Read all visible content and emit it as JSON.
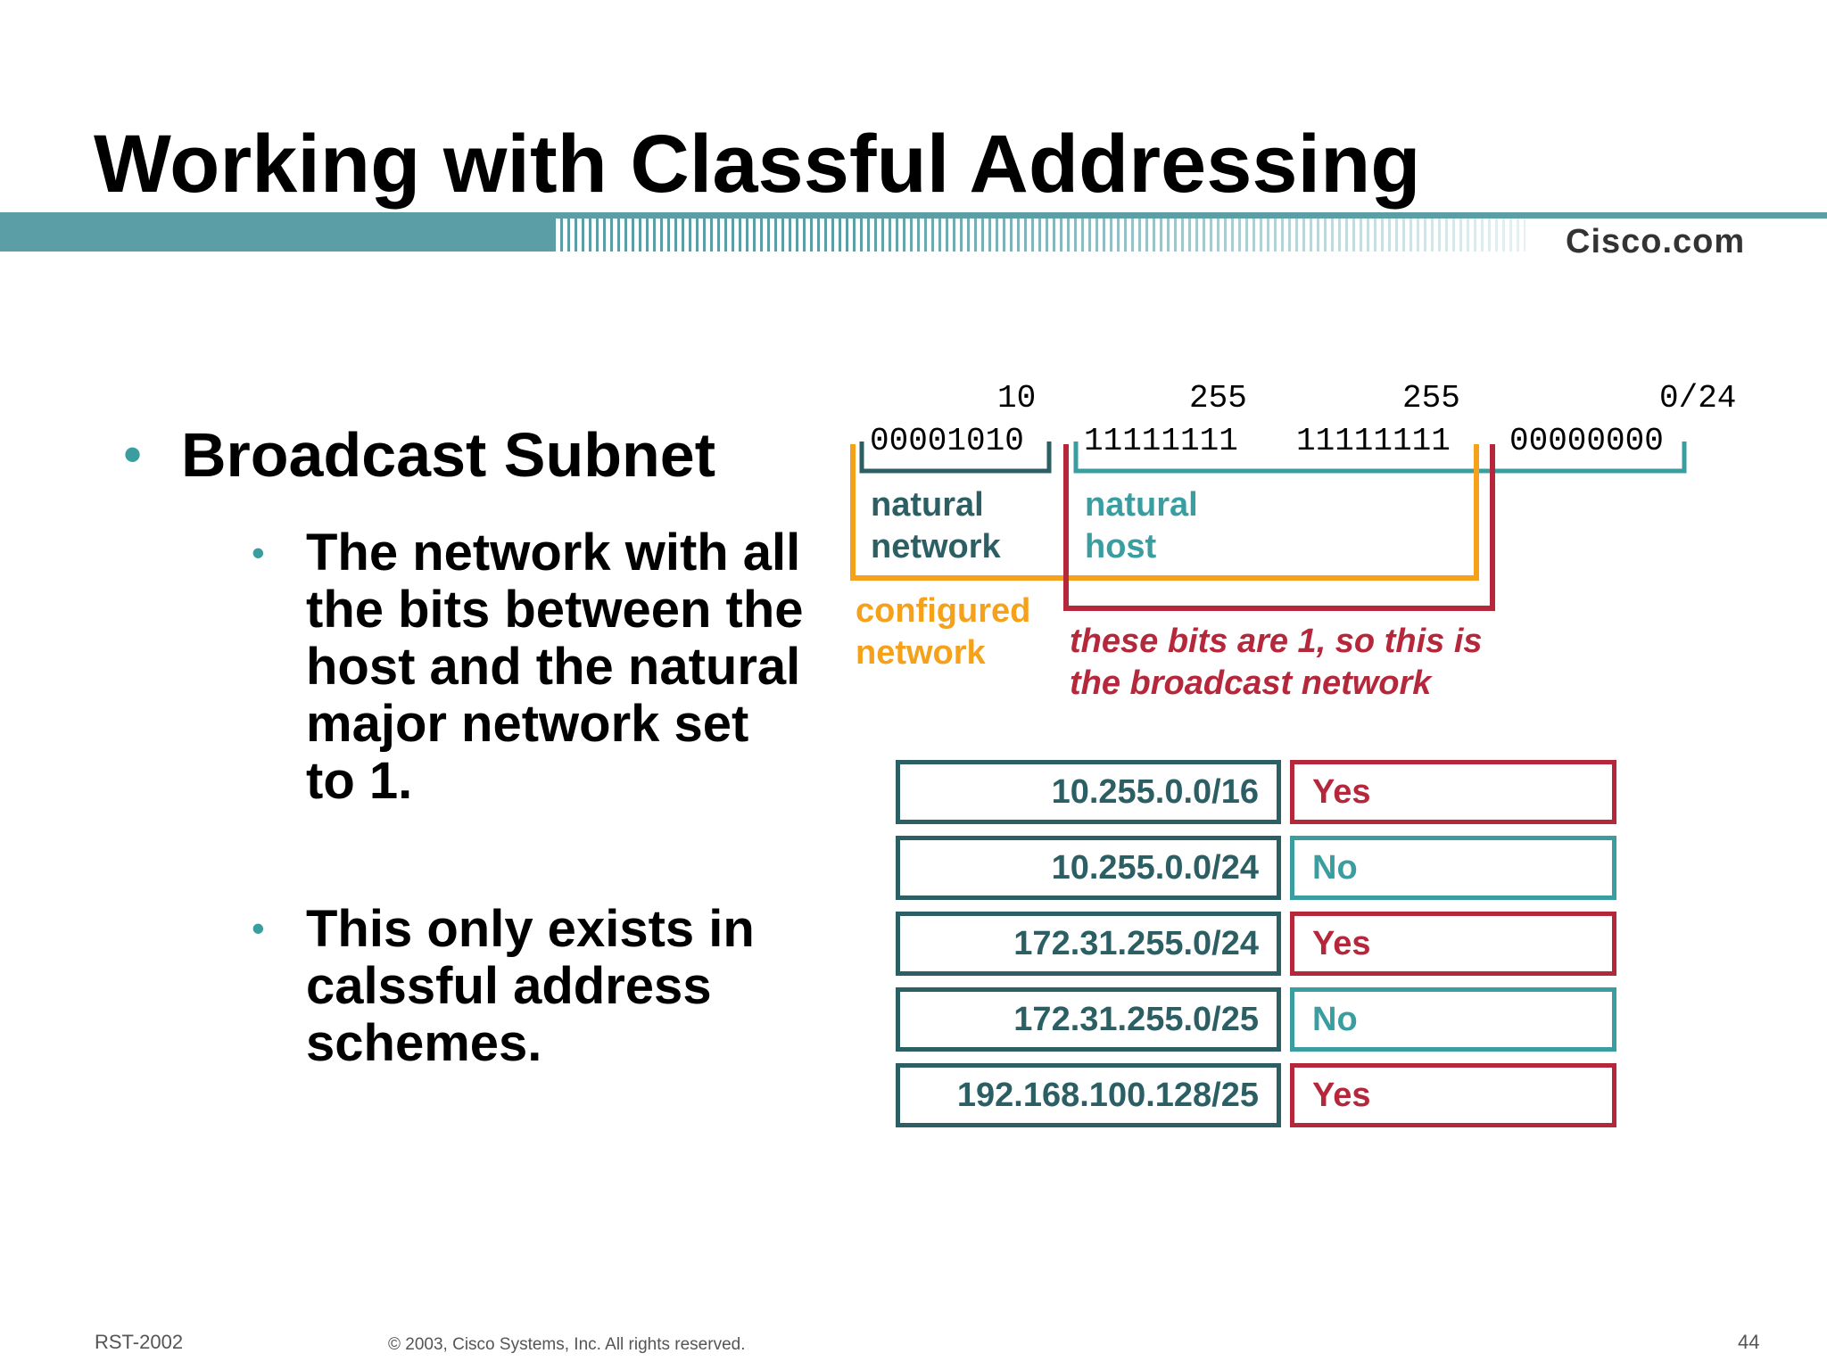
{
  "slide": {
    "title": "Working with Classful Addressing",
    "logo": "Cisco.com",
    "bullet_main": "Broadcast Subnet",
    "sub_bullets": [
      "The network with all the bits between the host and the natural major network set to 1.",
      "This only exists in calssful address schemes."
    ],
    "bullet_glyph": "•"
  },
  "diagram": {
    "decimal": [
      "10",
      "255",
      "255",
      "0/24"
    ],
    "binary": [
      "00001010",
      "11111111",
      "11111111",
      "00000000"
    ],
    "label_natural_network": [
      "natural",
      "network"
    ],
    "label_natural_host": [
      "natural",
      "host"
    ],
    "label_configured_network": [
      "configured",
      "network"
    ],
    "label_broadcast": [
      "these bits are 1, so this is",
      "the broadcast network"
    ]
  },
  "table": {
    "rows": [
      {
        "network": "10.255.0.0/16",
        "answer": "Yes"
      },
      {
        "network": "10.255.0.0/24",
        "answer": "No"
      },
      {
        "network": "172.31.255.0/24",
        "answer": "Yes"
      },
      {
        "network": "172.31.255.0/25",
        "answer": "No"
      },
      {
        "network": "192.168.100.128/25",
        "answer": "Yes"
      }
    ]
  },
  "footer": {
    "left": "RST-2002",
    "center": "© 2003, Cisco Systems, Inc. All rights reserved.",
    "page": "44"
  },
  "colors": {
    "teal": "#3a9ea0",
    "dark_teal": "#2c5f63",
    "orange": "#f5a11a",
    "red": "#b5283c",
    "band": "#5b9ea6"
  }
}
